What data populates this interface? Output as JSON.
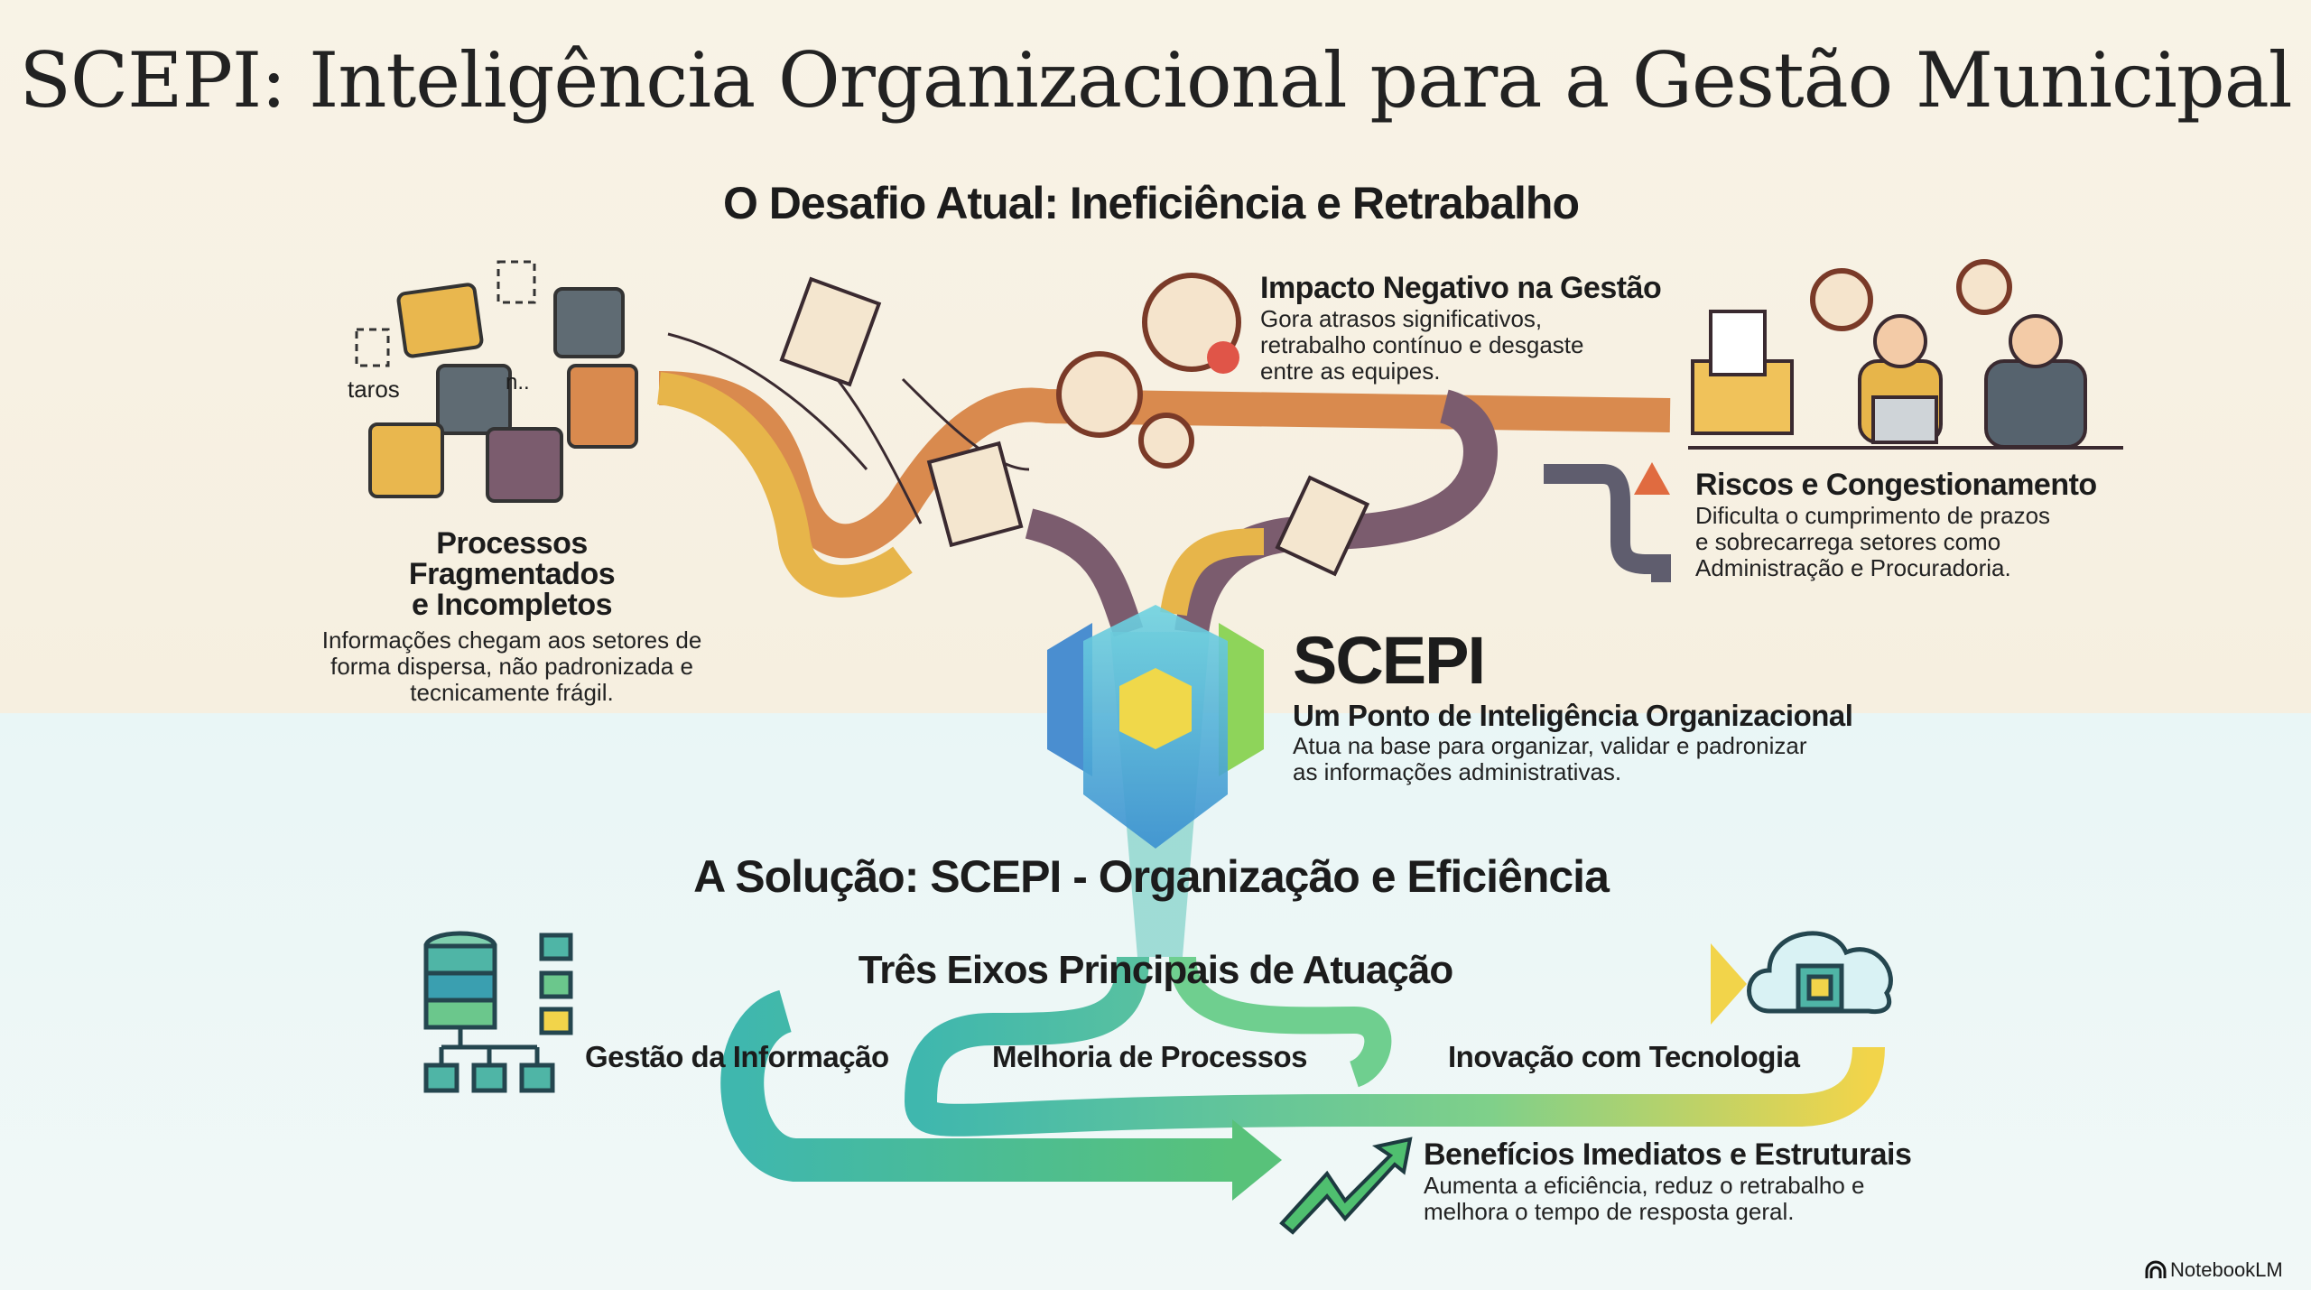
{
  "title": "SCEPI: Inteligência Organizacional para a Gestão Municipal",
  "challenge": {
    "heading": "O Desafio Atual: Ineficiência e Retrabalho",
    "puzzle_fragments": [
      "taros",
      "n.."
    ],
    "fragmented": {
      "title_lines": [
        "Processos",
        "Fragmentados",
        "e Incompletos"
      ],
      "body_lines": [
        "Informações chegam aos setores de",
        "forma dispersa, não padronizada e",
        "tecnicamente frágil."
      ]
    },
    "impact": {
      "title": "Impacto Negativo na Gestão",
      "body_lines": [
        "Gora atrasos significativos,",
        "retrabalho contínuo e desgaste",
        "entre as equipes."
      ]
    },
    "risks": {
      "title": "Riscos e Congestionamento",
      "body_lines": [
        "Dificulta o cumprimento de prazos",
        "e sobrecarrega setores como",
        "Administração e Procuradoria."
      ]
    }
  },
  "scepi": {
    "name": "SCEPI",
    "subtitle": "Um Ponto de Inteligência Organizacional",
    "body_lines": [
      "Atua na base para organizar, validar e padronizar",
      "as informações administrativas."
    ]
  },
  "solution": {
    "heading": "A Solução: SCEPI - Organização e Eficiência",
    "axes_heading": "Três Eixos Principais de Atuação",
    "axes": [
      "Gestão da Informação",
      "Melhoria de Processos",
      "Inovação com Tecnologia"
    ],
    "benefits": {
      "title": "Benefícios Imediatos e Estruturais",
      "body_lines": [
        "Aumenta a eficiência, reduz o retrabalho e",
        "melhora o tempo de resposta geral."
      ]
    }
  },
  "watermark": "NotebookLM",
  "colors": {
    "orange": "#d98a4e",
    "yellow": "#e7b54a",
    "purple": "#7b5c6e",
    "slate": "#5f6b73",
    "teal": "#3fb7ae",
    "green": "#58c27a",
    "lime": "#f0d84a"
  }
}
